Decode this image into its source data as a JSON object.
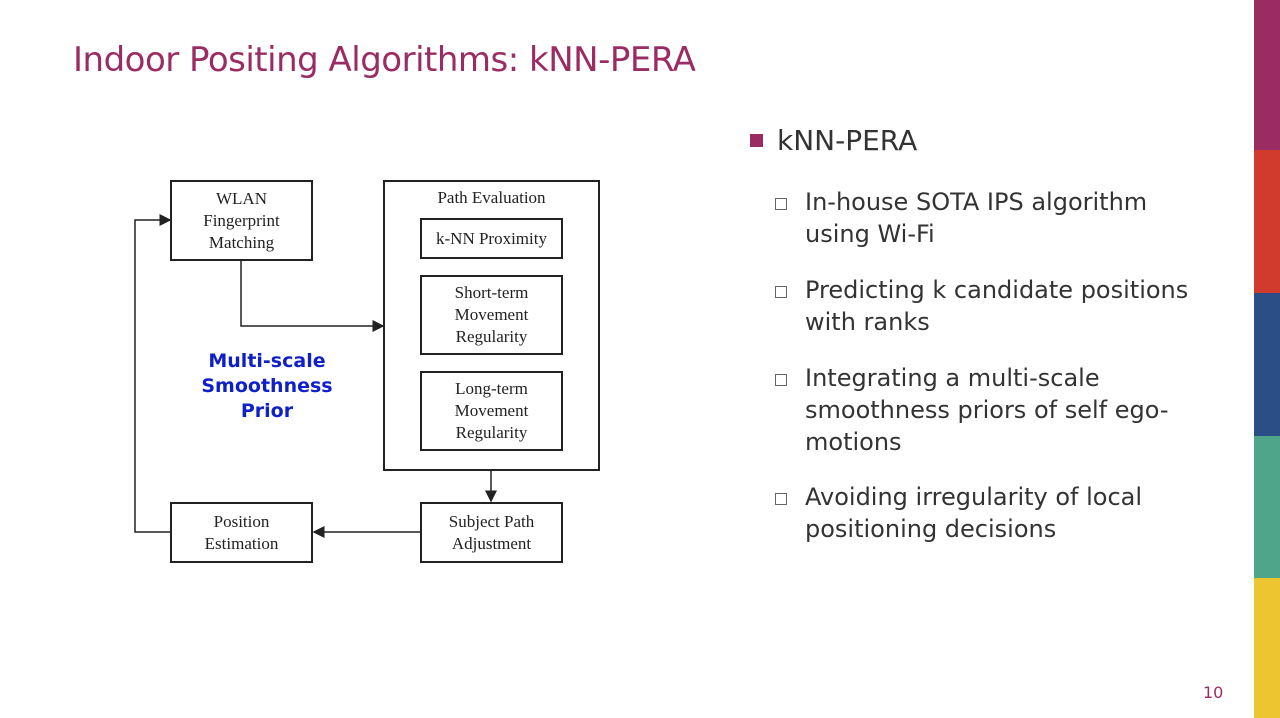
{
  "slide": {
    "title": "Indoor Positing Algorithms: kNN-PERA",
    "page_number": "10"
  },
  "diagram": {
    "wlan_label": "WLAN Fingerprint Matching",
    "path_evaluation_label": "Path Evaluation",
    "knn_label": "k-NN Proximity",
    "short_term_label": "Short-term Movement Regularity",
    "long_term_label": "Long-term Movement Regularity",
    "subject_path_label": "Subject Path Adjustment",
    "position_label": "Position Estimation",
    "prior_label": "Multi-scale Smoothness Prior"
  },
  "bullets": {
    "heading": "kNN-PERA",
    "items": [
      "In-house SOTA IPS algorithm using Wi-Fi",
      "Predicting k candidate positions with ranks",
      "Integrating a multi-scale smoothness priors of self ego-motions",
      "Avoiding irregularity of local positioning decisions"
    ]
  },
  "colors": {
    "accent": "#9b2c63",
    "bar": [
      "#9b2c63",
      "#d13b2e",
      "#2a4e85",
      "#4ea58a",
      "#ecc530"
    ]
  }
}
